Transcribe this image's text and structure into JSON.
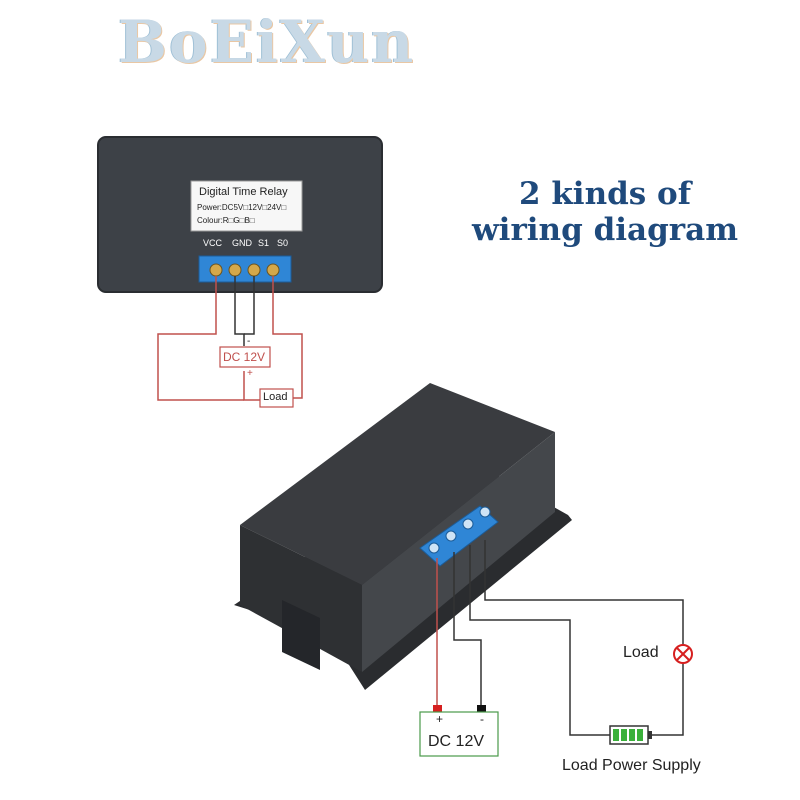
{
  "brand": "BoEiXun",
  "headline": {
    "line1": "2 kinds of",
    "line2": "wiring diagram"
  },
  "module_label": {
    "title": "Digital Time Relay",
    "power": "Power:DC5V□12V□24V□",
    "colour": "Colour:R□G□B□"
  },
  "terminals": [
    "VCC",
    "GND",
    "S1",
    "S0"
  ],
  "diagram1": {
    "supply_label": "DC 12V",
    "minus": "-",
    "plus": "+",
    "load_label": "Load"
  },
  "diagram2": {
    "supply_label": "DC 12V",
    "plus": "+",
    "minus": "-",
    "load_label": "Load",
    "power_supply_label": "Load Power Supply"
  },
  "colors": {
    "headline": "#1f4a7c",
    "wire_red": "#c0504d",
    "wire_dark": "#333333",
    "box_green": "#4a9a4a",
    "terminal_blue": "#2f86d6"
  }
}
